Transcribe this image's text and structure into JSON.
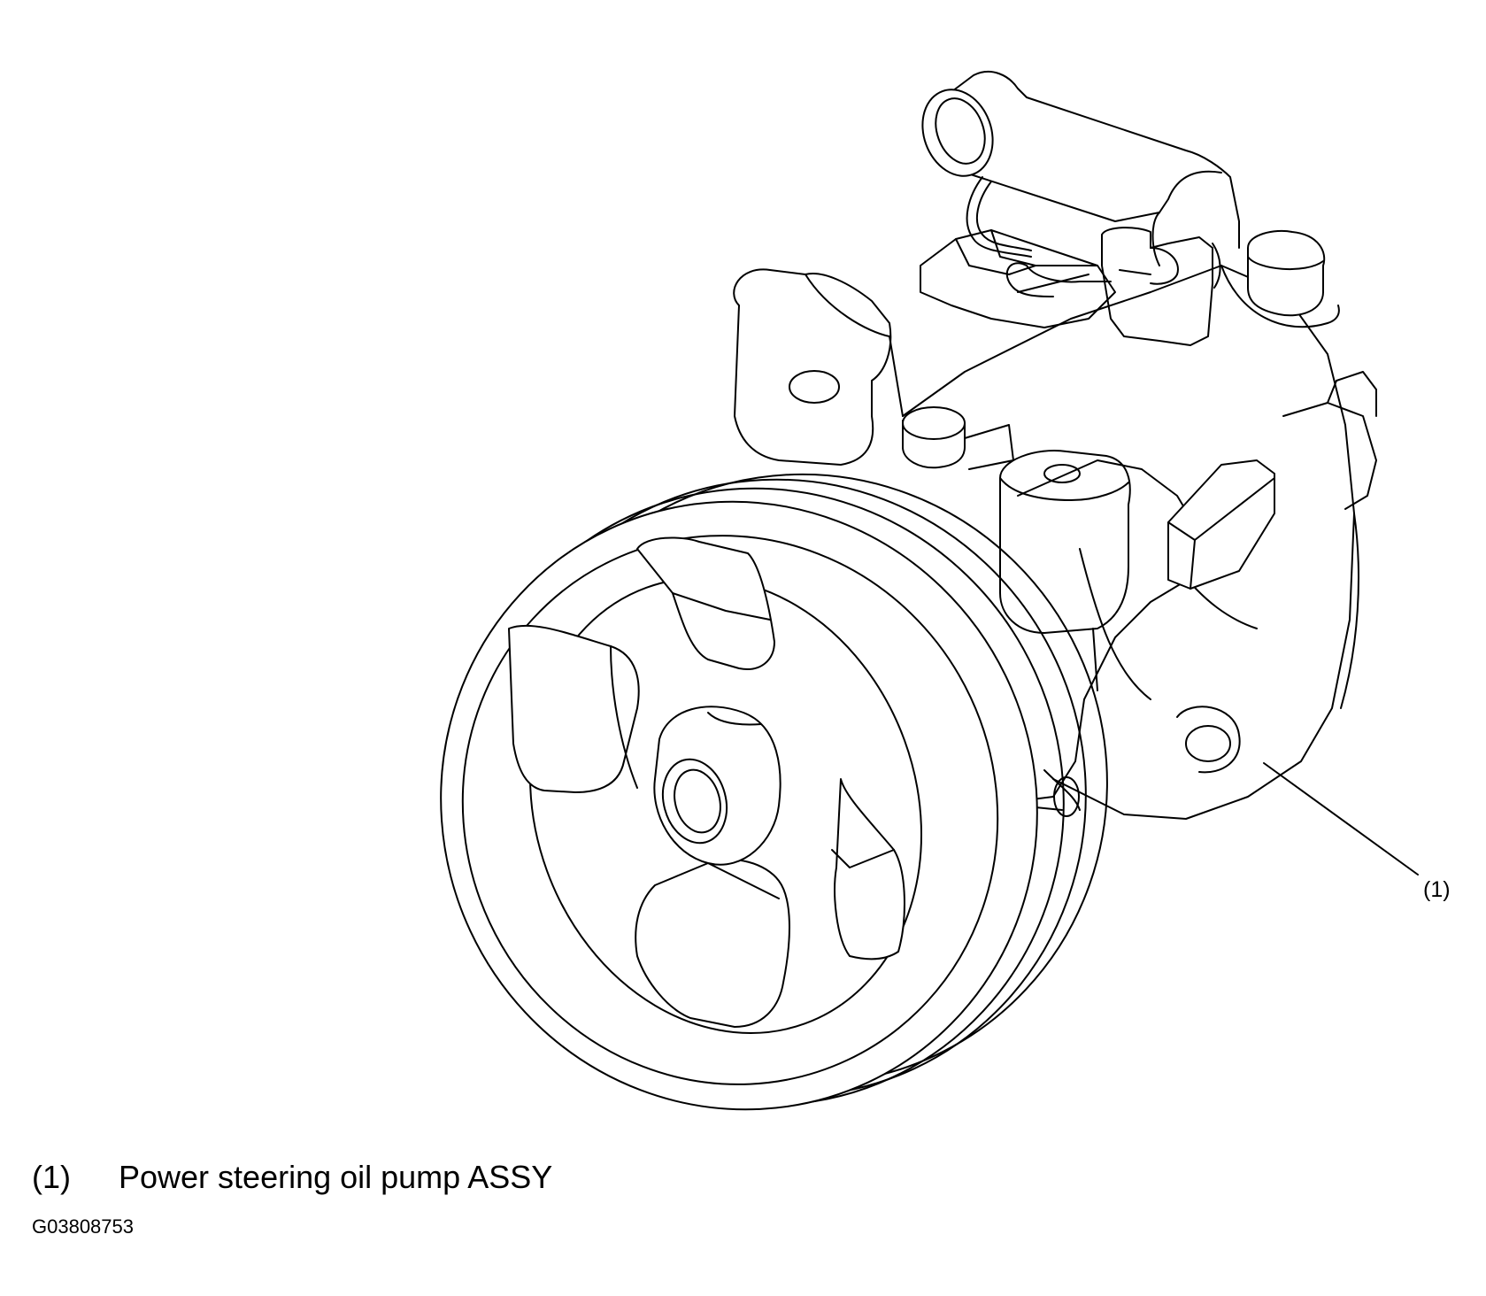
{
  "callout": {
    "label": "(1)"
  },
  "legend": {
    "items": [
      {
        "number": "(1)",
        "text": "Power steering oil pump ASSY"
      }
    ]
  },
  "figure_id": "G03808753",
  "colors": {
    "line": "#000000",
    "background": "#ffffff"
  }
}
